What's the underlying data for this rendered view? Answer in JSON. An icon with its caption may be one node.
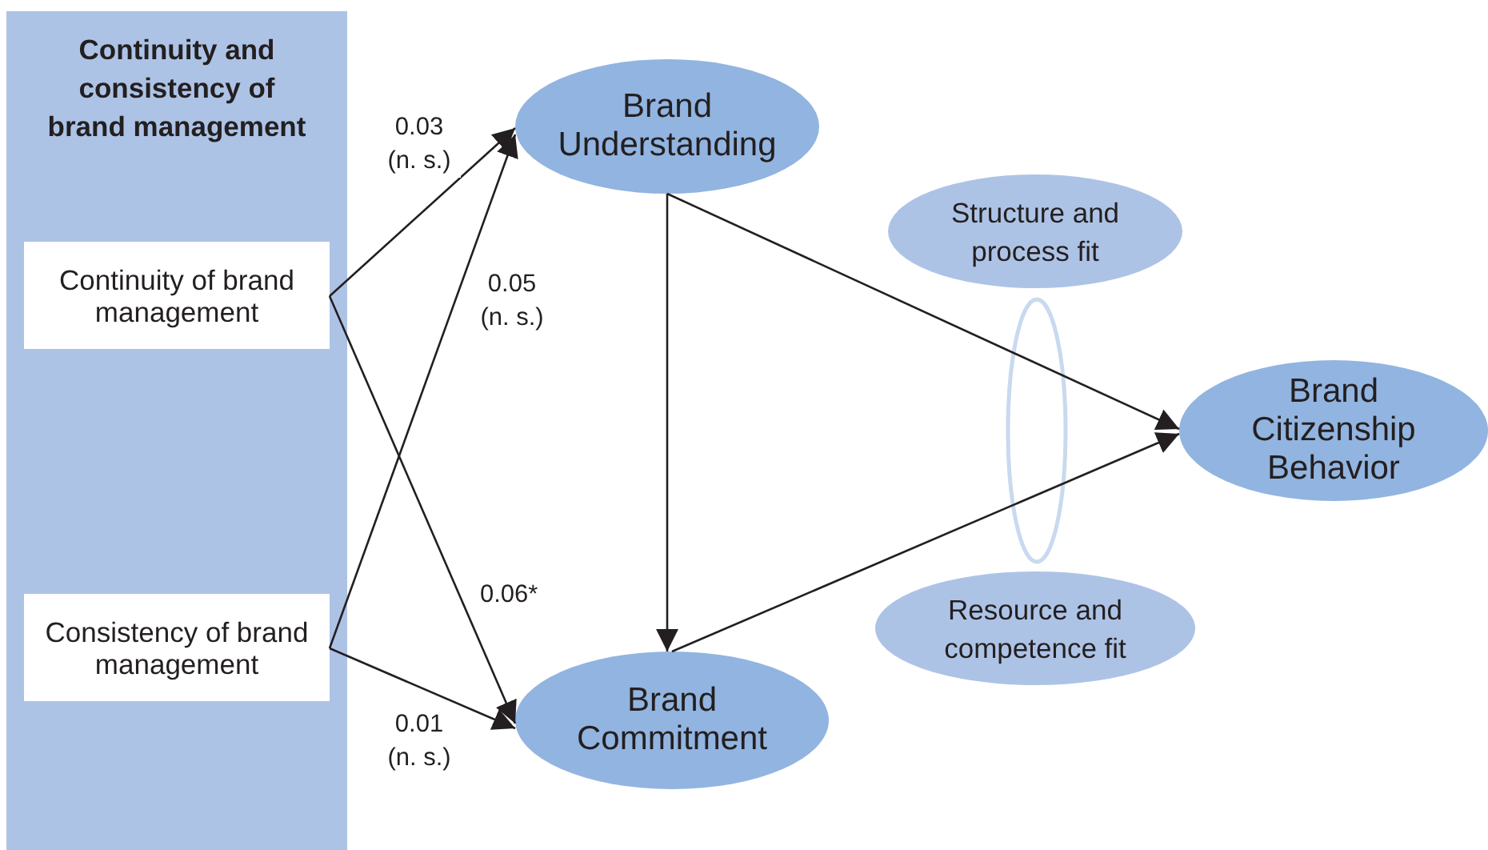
{
  "diagram": {
    "nodes": [
      {
        "text": [
          "Continuity and consistency of brand management"
        ]
      },
      {
        "text": [
          "Continuity of brand management"
        ],
        "in": 0
      },
      {
        "text": [
          "Consistency of brand management"
        ],
        "in": 0
      },
      {
        "text": [
          "Brand Understanding"
        ]
      },
      {
        "text": [
          "Brand Commitment"
        ]
      },
      {
        "text": [
          "Structure and process fit"
        ]
      },
      {
        "text": [
          "Resource and competence fit"
        ]
      },
      {
        "text": [
          "Brand Citizenship Behavior"
        ]
      }
    ],
    "edges": [
      {
        "from": 1,
        "to": 3,
        "arrow": "to",
        "label": "0.03 (n. s.)"
      },
      {
        "from": 2,
        "to": 3,
        "arrow": "to",
        "label": "0.05 (n. s.)"
      },
      {
        "from": 1,
        "to": 4,
        "arrow": "to",
        "label": "0.06*"
      },
      {
        "from": 2,
        "to": 4,
        "arrow": "to",
        "label": "0.01 (n. s.)"
      },
      {
        "from": 3,
        "to": 4,
        "arrow": "to"
      },
      {
        "from": 3,
        "to": 7,
        "arrow": "to"
      },
      {
        "from": 4,
        "to": 7,
        "arrow": "to"
      }
    ]
  }
}
